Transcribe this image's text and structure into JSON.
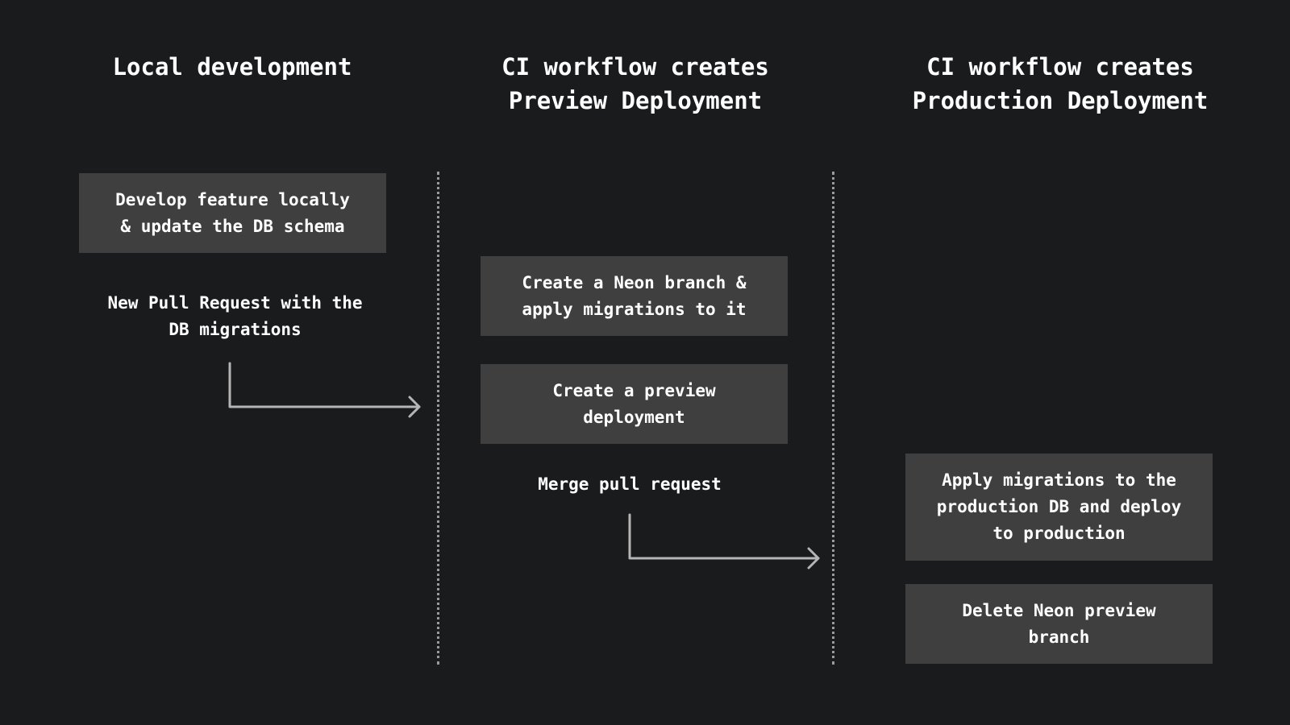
{
  "columns": [
    {
      "title": "Local development"
    },
    {
      "title": "CI workflow creates\nPreview Deployment"
    },
    {
      "title": "CI workflow creates\nProduction Deployment"
    }
  ],
  "boxes": {
    "develop": "Develop feature locally\n& update the DB schema",
    "create_branch": "Create a Neon branch &\napply migrations to it",
    "preview_deploy": "Create a preview\ndeployment",
    "apply_prod": "Apply migrations to the\nproduction DB and deploy\nto production",
    "delete_branch": "Delete Neon preview\nbranch"
  },
  "labels": {
    "pull_request": "New Pull Request with the\nDB migrations",
    "merge": "Merge pull request"
  },
  "colors": {
    "background": "#1a1b1d",
    "box": "#3f3f40",
    "text": "#ffffff",
    "arrow": "#b5b5b5",
    "divider": "#9a9a9a"
  }
}
